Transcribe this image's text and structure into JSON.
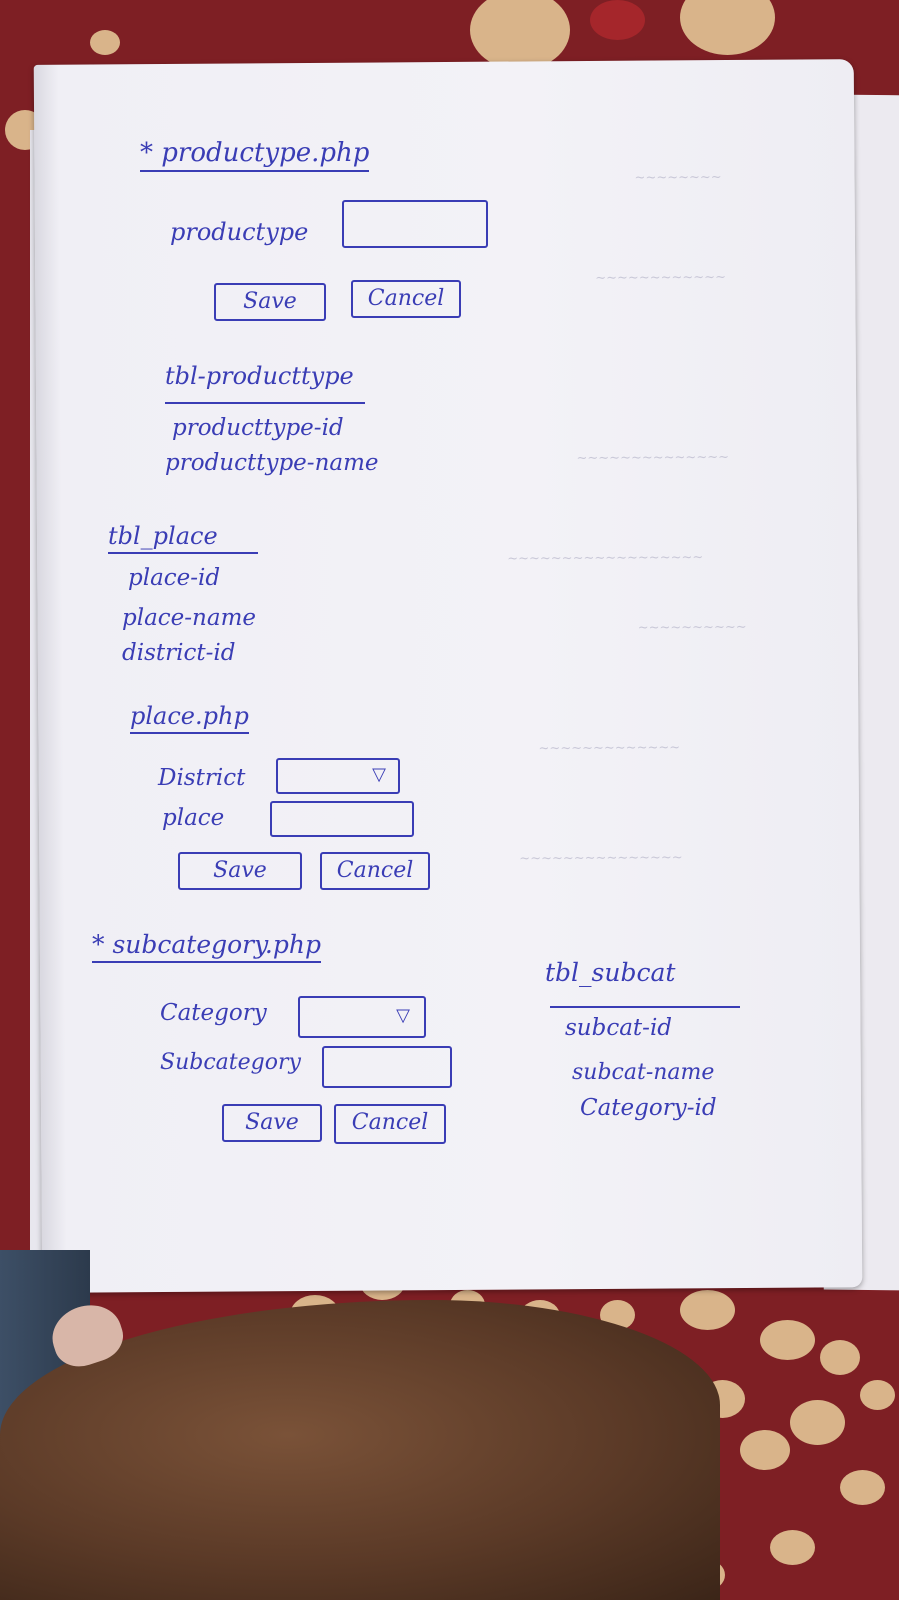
{
  "productype_section": {
    "heading": "* productype.php",
    "label": "productype",
    "save": "Save",
    "cancel": "Cancel"
  },
  "tbl_producttype": {
    "title": "tbl-producttype",
    "fields": [
      "producttype-id",
      "producttype-name"
    ]
  },
  "tbl_place": {
    "title": "tbl_place",
    "fields": [
      "place-id",
      "place-name",
      "district-id"
    ]
  },
  "place_php": {
    "heading": "place.php",
    "district_label": "District",
    "place_label": "place",
    "dropdown_arrow": "▽",
    "save": "Save",
    "cancel": "Cancel"
  },
  "subcategory_php": {
    "heading": "* subcategory.php",
    "category_label": "Category",
    "subcategory_label": "Subcategory",
    "dropdown_arrow": "▽",
    "save": "Save",
    "cancel": "Cancel"
  },
  "tbl_subcat": {
    "title": "tbl_subcat",
    "fields": [
      "subcat-id",
      "subcat-name",
      "Category-id"
    ]
  },
  "colors": {
    "ink": "#3a3db5",
    "paper": "#f3f2f7",
    "tablecloth": "#7e1f24",
    "dots": "#d9b48a"
  }
}
